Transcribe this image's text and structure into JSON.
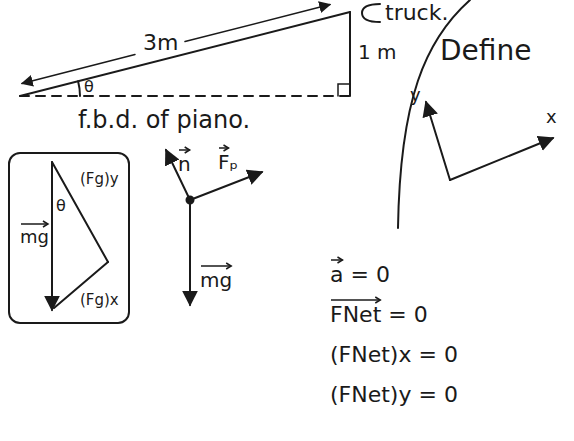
{
  "diagram": {
    "nodes": [
      {
        "text": [
          "mg",
          "θ",
          "(Fg)y",
          "(Fg)x"
        ]
      }
    ],
    "labels": [
      "3m",
      "1 m",
      "truck.",
      "θ",
      "Define",
      "y",
      "x",
      "f.b.d. of piano.",
      "n",
      "Fₚ",
      "mg",
      "a = 0",
      "FNet = 0",
      "(FNet)x = 0",
      "(FNet)y = 0"
    ]
  }
}
